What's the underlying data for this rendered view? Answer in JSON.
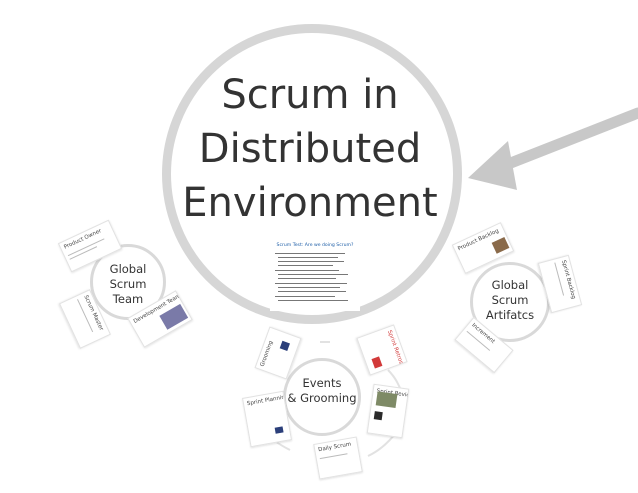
{
  "main": {
    "title_lines": [
      "Scrum in",
      "Distributed",
      "Environment"
    ]
  },
  "nodes": {
    "team": {
      "lines": [
        "Global",
        "Scrum",
        "Team"
      ]
    },
    "artifacts": {
      "lines": [
        "Global",
        "Scrum",
        "Artifatcs"
      ]
    },
    "events": {
      "lines": [
        "Events",
        "& Grooming"
      ]
    }
  },
  "cards": {
    "product_owner": "Product Owner",
    "scrum_master": "Scrum Master",
    "dev_team": "Development Team",
    "product_backlog": "Product Backlog",
    "sprint_backlog": "Sprint Backlog",
    "increment": "Increment",
    "grooming": "Grooming",
    "sprint_retrospective": "Sprint Retrospective",
    "sprint_review": "Sprint Review",
    "daily_scrum": "Daily Scrum",
    "sprint_planning": "Sprint Planning"
  },
  "doc": {
    "heading": "Scrum Test: Are we doing Scrum?"
  },
  "colors": {
    "circle": "#d6d6d6",
    "arrow": "#c8c8c8",
    "accent_red": "#d23a3a",
    "heading_blue": "#1f5fa8"
  }
}
